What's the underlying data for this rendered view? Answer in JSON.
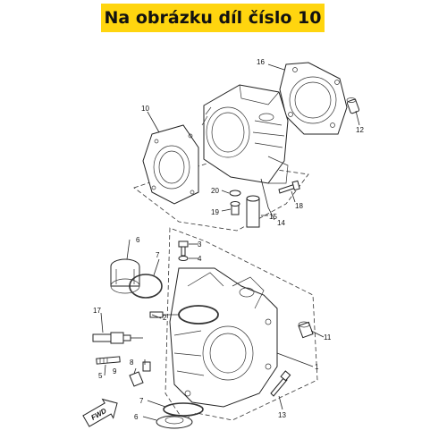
{
  "banner": {
    "text": "Na obrázku díl číslo 10"
  },
  "callouts": {
    "c1": "1",
    "c2": "2",
    "c3": "3",
    "c4": "4",
    "c5": "5",
    "c6": "6",
    "c6b": "6",
    "c7": "7",
    "c7b": "7",
    "c8": "8",
    "c9": "9",
    "c10": "10",
    "c11": "11",
    "c12": "12",
    "c13": "13",
    "c14": "14",
    "c15": "15",
    "c16": "16",
    "c17": "17",
    "c18": "18",
    "c19": "19",
    "c20": "20"
  },
  "direction_badge": "FWD"
}
